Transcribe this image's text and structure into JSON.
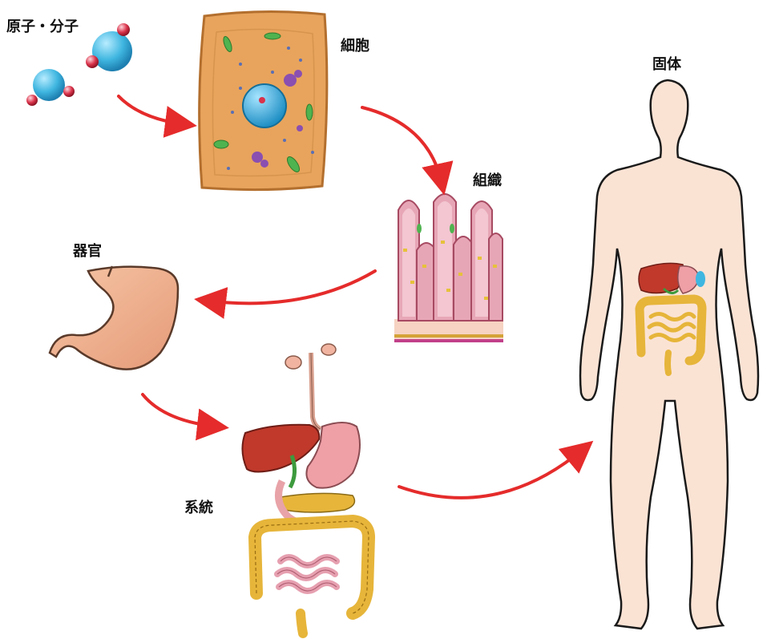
{
  "labels": {
    "atom": "原子・分子",
    "cell": "細胞",
    "tissue": "組織",
    "organ": "器官",
    "system": "系統",
    "individual": "固体"
  },
  "colors": {
    "arrow": "#e52b2b",
    "skin": "#fbe3d4",
    "cell_body": "#e8a45c",
    "nucleus": "#3aa7d6",
    "water_blue": "#3fb6e0",
    "hydrogen_red": "#d9324a",
    "villi": "#c96e86",
    "stomach": "#f3b497",
    "liver": "#c0392b",
    "intestine_yellow": "#e6b53a",
    "small_intestine_pink": "#e6a0b0"
  }
}
